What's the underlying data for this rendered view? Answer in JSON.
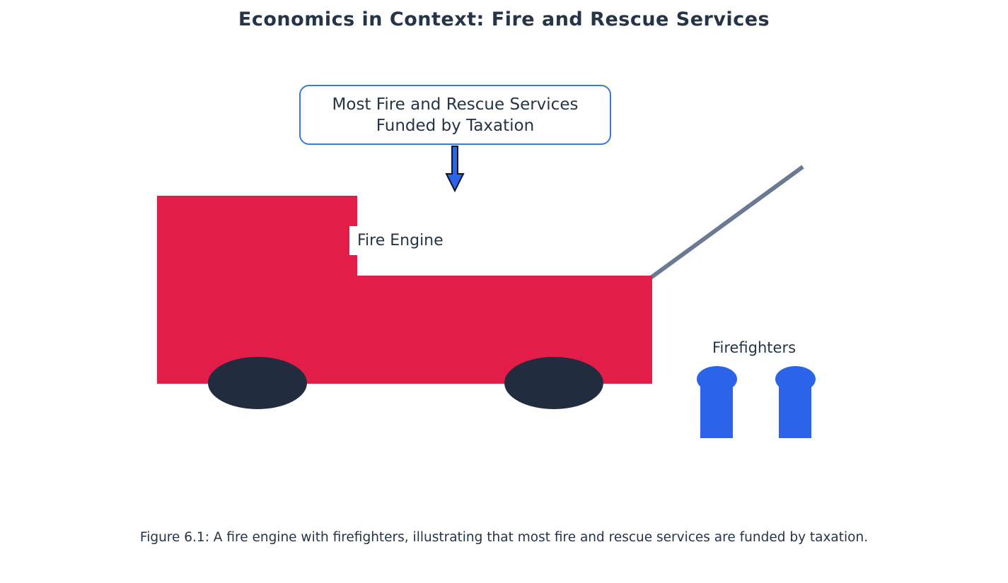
{
  "title": "Economics in Context: Fire and Rescue Services",
  "callout": {
    "line1": "Most Fire and Rescue Services",
    "line2": "Funded by Taxation"
  },
  "labels": {
    "fire_engine": "Fire Engine",
    "firefighters": "Firefighters"
  },
  "caption": "Figure 6.1: A fire engine with firefighters, illustrating that most fire and rescue services are funded by taxation.",
  "icons": {
    "down_arrow": "down-arrow-icon",
    "ladder": "ladder-line"
  },
  "colors": {
    "background": "#ffffff",
    "engine_red": "#e11d48",
    "wheel_dark": "#212d3f",
    "figure_blue": "#2b64e8",
    "callout_border": "#3b76e8",
    "ladder_gray": "#6b7a92",
    "text_dark": "#263447",
    "arrow_fill": "#2b64e8",
    "arrow_outline": "#101820"
  }
}
